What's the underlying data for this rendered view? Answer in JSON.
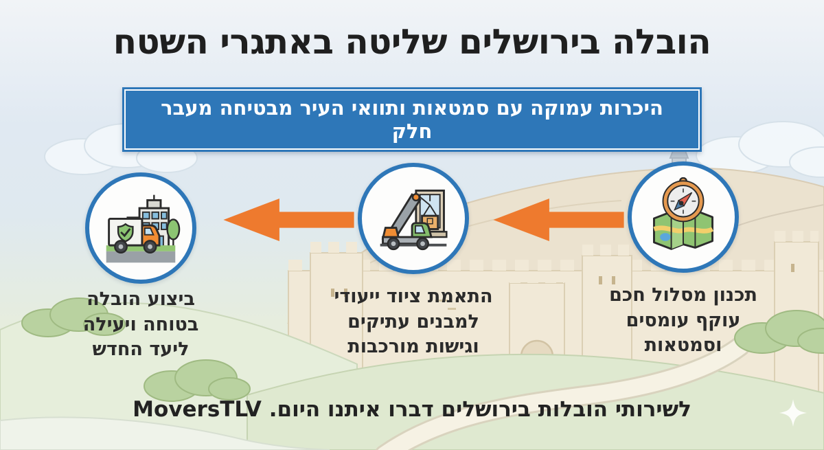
{
  "title": "הובלה בירושלים שליטה באתגרי השטח",
  "subtitle": "היכרות עמוקה עם סמטאות ותוואי העיר מבטיחה מעבר חלק",
  "steps": [
    {
      "name": "plan-route",
      "icon": "compass-map-icon",
      "caption": "תכנון מסלול חכם\nעוקף עומסים\nוסמטאות"
    },
    {
      "name": "adapt-equipment",
      "icon": "crane-window-icon",
      "caption": "התאמת ציוד ייעודי\nלמבנים עתיקים\nוגישות מורכבות"
    },
    {
      "name": "execute-move",
      "icon": "secure-truck-icon",
      "caption": "ביצוע הובלה\nבטוחה ויעילה\nליעד החדש"
    }
  ],
  "footer": "לשירותי הובלות בירושלים דברו איתנו היום. MoversTLV",
  "colors": {
    "accent-orange": "#ee7a2e",
    "accent-blue": "#2e77b8",
    "title-text": "#1f1f1f",
    "subtitle-text": "#ffffff",
    "caption-text": "#2b2b2b",
    "footer-text": "#222222"
  }
}
